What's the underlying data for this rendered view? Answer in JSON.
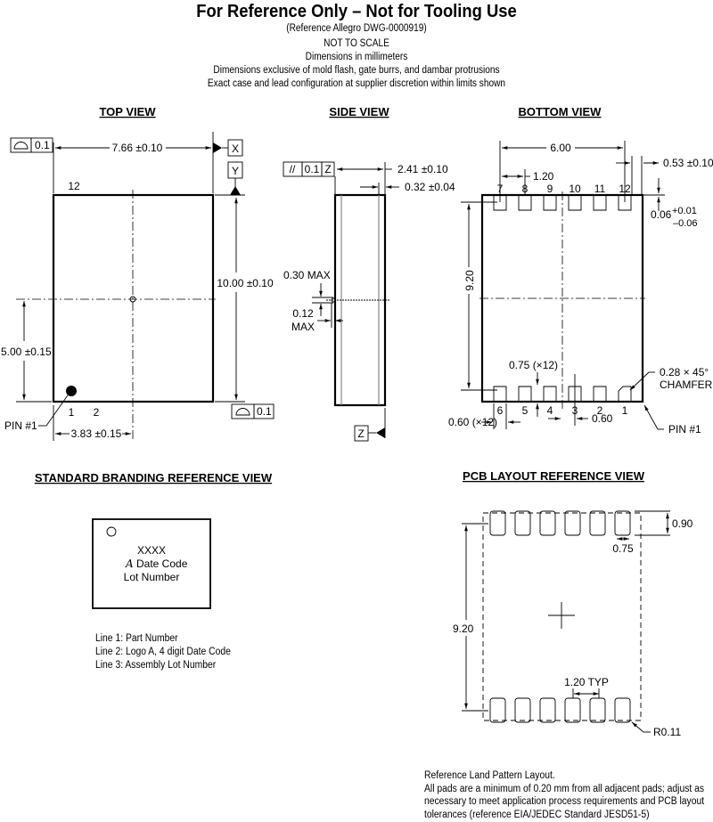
{
  "header": {
    "title": "For Reference Only – Not for Tooling Use",
    "reference": "(Reference Allegro DWG-0000919)",
    "notes": [
      "NOT TO SCALE",
      "Dimensions in millimeters",
      "Dimensions exclusive of mold flash, gate burrs, and dambar protrusions",
      "Exact case and lead configuration at supplier discretion within limits shown"
    ]
  },
  "top_view": {
    "title": "TOP VIEW",
    "width_dim": "7.66 ±0.10",
    "height_dim": "10.00 ±0.10",
    "vertical_center_dim": "5.00 ±0.15",
    "horizontal_center_dim": "3.83 ±0.15",
    "flatness_top": {
      "symbol": "profile",
      "value": "0.1"
    },
    "flatness_bottom": {
      "symbol": "profile",
      "value": "0.1"
    },
    "datum_x": "X",
    "datum_y": "Y",
    "pin_labels": {
      "pin12": "12",
      "pin1": "1",
      "pin2": "2"
    },
    "pin1_label": "PIN #1"
  },
  "side_view": {
    "title": "SIDE VIEW",
    "parallelism": {
      "symbol": "//",
      "value": "0.1",
      "datum": "Z"
    },
    "thickness_dim": "2.41 ±0.10",
    "lead_dim": "0.32 ±0.04",
    "max_dim_1": "0.30 MAX",
    "max_dim_2_value": "0.12",
    "max_dim_2_suffix": "MAX",
    "datum_z": "Z"
  },
  "bottom_view": {
    "title": "BOTTOM VIEW",
    "span_dim": "6.00",
    "pitch_dim": "1.20",
    "edge_dim": "0.53 ±0.10",
    "standoff_dim": "0.06",
    "standoff_tol_plus": "+0.01",
    "standoff_tol_minus": "–0.06",
    "height_dim": "9.20",
    "pad_len_dim": "0.75 (×12)",
    "pad_width_dim": "0.60 (×12)",
    "gap_dim": "0.60",
    "chamfer_line1": "0.28 × 45°",
    "chamfer_line2": "CHAMFER",
    "pin1_label": "PIN #1",
    "top_pins": [
      "7",
      "8",
      "9",
      "10",
      "11",
      "12"
    ],
    "bottom_pins": [
      "6",
      "5",
      "4",
      "3",
      "2",
      "1"
    ]
  },
  "branding_view": {
    "title": "STANDARD BRANDING REFERENCE VIEW",
    "line1": "XXXX",
    "logo": "A",
    "line2": "Date Code",
    "line3": "Lot Number",
    "legend": [
      "Line 1: Part Number",
      "Line 2: Logo A, 4 digit Date Code",
      "Line 3: Assembly Lot Number"
    ]
  },
  "pcb_view": {
    "title": "PCB LAYOUT REFERENCE VIEW",
    "pad_height_dim": "0.90",
    "pad_width_dim": "0.75",
    "span_dim": "9.20",
    "pitch_dim": "1.20 TYP",
    "radius_dim": "R0.11",
    "notes": [
      "Reference Land Pattern Layout.",
      "All pads are a minimum of 0.20 mm from all adjacent pads; adjust as",
      "necessary to meet application process requirements and PCB layout",
      "tolerances (reference EIA/JEDEC Standard JESD51-5)"
    ]
  }
}
